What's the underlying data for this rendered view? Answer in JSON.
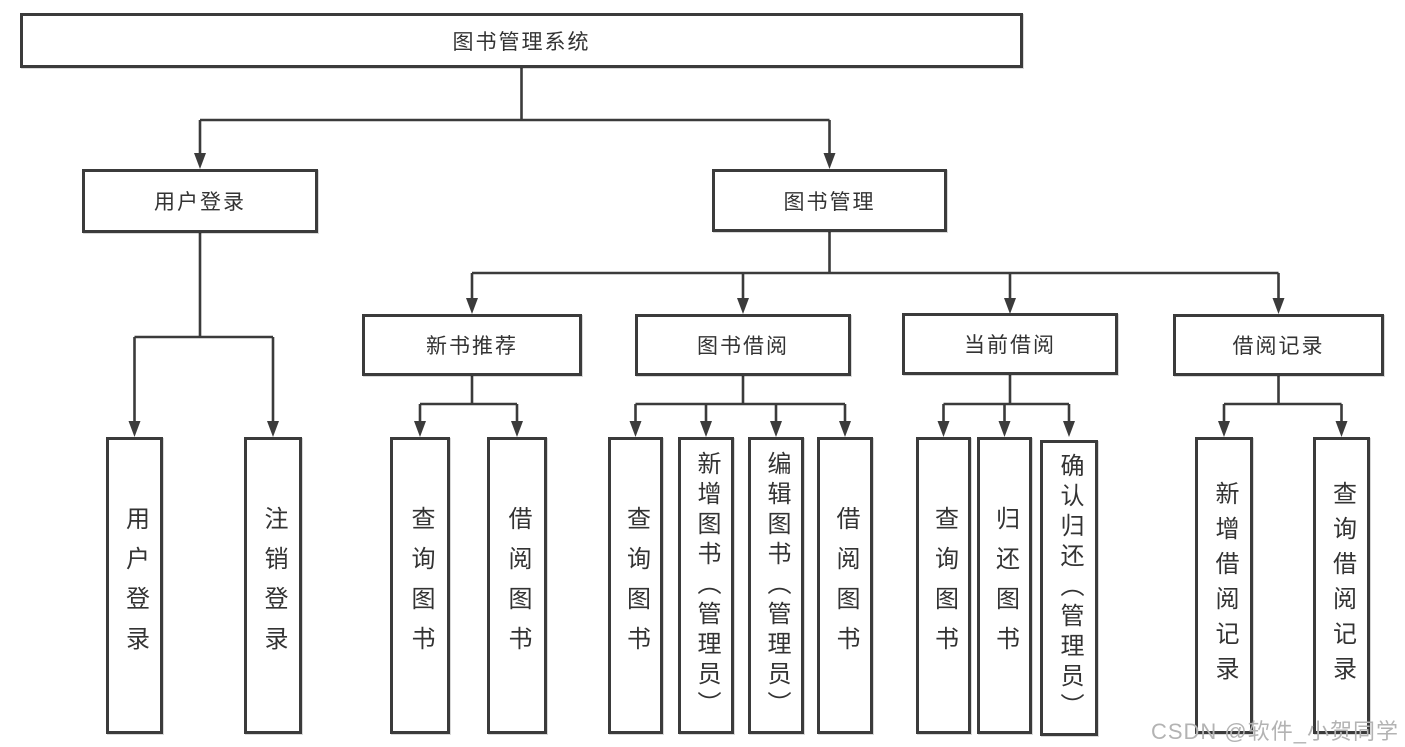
{
  "diagram": {
    "root": {
      "label": "图书管理系统"
    },
    "level2": [
      {
        "label": "用户登录"
      },
      {
        "label": "图书管理"
      }
    ],
    "level3": [
      {
        "label": "新书推荐"
      },
      {
        "label": "图书借阅"
      },
      {
        "label": "当前借阅"
      },
      {
        "label": "借阅记录"
      }
    ],
    "leaves": {
      "user_login": [
        "用户登录",
        "注销登录"
      ],
      "new_books": [
        "查询图书",
        "借阅图书"
      ],
      "book_borrowing": [
        "查询图书",
        "新增图书（管理员）",
        "编辑图书（管理员）",
        "借阅图书"
      ],
      "current_borrowing": [
        "查询图书",
        "归还图书",
        "确认归还（管理员）"
      ],
      "borrowing_records": [
        "新增借阅记录",
        "查询借阅记录"
      ]
    }
  },
  "watermark": {
    "text": "CSDN @软件_小贺同学"
  },
  "colors": {
    "line": "#3b3b3b",
    "text": "#333333",
    "watermark": "#b3b3b3",
    "background": "#ffffff"
  }
}
